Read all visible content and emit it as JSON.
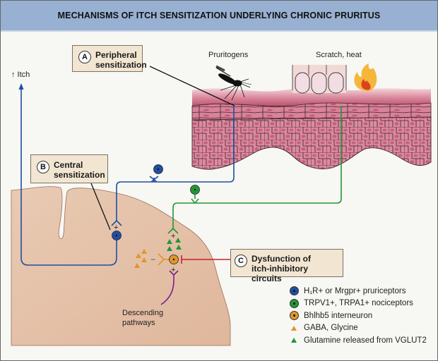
{
  "title": "MECHANISMS OF ITCH SENSITIZATION UNDERLYING CHRONIC PRURITUS",
  "colors": {
    "header_bg": "#98b1d2",
    "pruriceptor_blue": "#1f4fa3",
    "nociceptor_green": "#239637",
    "interneuron_orange": "#e0962a",
    "gaba_orange": "#e0962a",
    "glutamate_green": "#239637",
    "descending_purple": "#7a1e8e",
    "inhibition_red": "#c8202a",
    "callout_bg": "#f2e6d2",
    "spinal_cord": "#e6c4aa",
    "skin": "#d97d95"
  },
  "callouts": {
    "a": {
      "badge": "A",
      "text": "Peripheral\nsensitization"
    },
    "b": {
      "badge": "B",
      "text": "Central\nsensitization"
    },
    "c": {
      "badge": "C",
      "text": "Dysfunction of\nitch-inhibitory circuits"
    }
  },
  "labels": {
    "itch": "↑ Itch",
    "pruritogens": "Pruritogens",
    "scratch_heat": "Scratch, heat",
    "descending": "Descending\npathways",
    "plus": "+",
    "minus": "−"
  },
  "icons": {
    "mosquito": "mosquito-icon",
    "fingers": "fingertips-icon",
    "flame": "flame-icon"
  },
  "legend": [
    {
      "icon": "circle",
      "color": "#1f4fa3",
      "label": "H₁R+ or Mrgpr+ pruriceptors"
    },
    {
      "icon": "circle",
      "color": "#239637",
      "label": "TRPV1+, TRPA1+ nociceptors"
    },
    {
      "icon": "circle",
      "color": "#e0962a",
      "label": "Bhlhb5 interneuron"
    },
    {
      "icon": "triangle",
      "color": "#e0962a",
      "label": "GABA, Glycine"
    },
    {
      "icon": "triangle",
      "color": "#239637",
      "label": "Glutamine released from VGLUT2"
    }
  ]
}
